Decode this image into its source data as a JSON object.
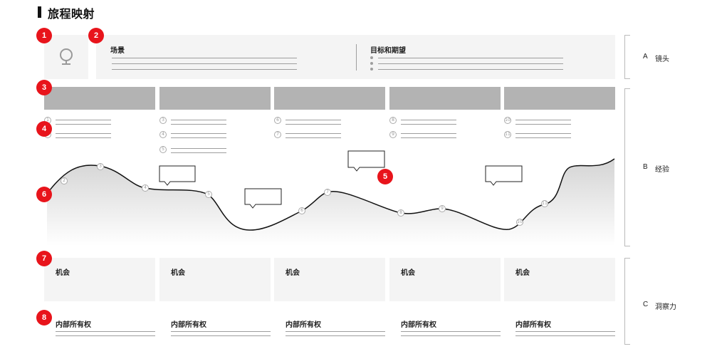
{
  "title": "旅程映射",
  "markers": [
    "1",
    "2",
    "3",
    "4",
    "5",
    "6",
    "7",
    "8"
  ],
  "lens": {
    "scenario_label": "场景",
    "goals_label": "目标和期望"
  },
  "steps": [
    "1",
    "2",
    "3",
    "4",
    "5",
    "6",
    "7",
    "8",
    "9",
    "10",
    "11"
  ],
  "opportunities": [
    "机会",
    "机会",
    "机会",
    "机会",
    "机会"
  ],
  "ownership": [
    "内部所有权",
    "内部所有权",
    "内部所有权",
    "内部所有权",
    "内部所有权"
  ],
  "sections": [
    {
      "letter": "A",
      "name": "镜头"
    },
    {
      "letter": "B",
      "name": "经验"
    },
    {
      "letter": "C",
      "name": "洞察力"
    }
  ],
  "colors": {
    "marker": "#e8141b",
    "stage": "#b3b3b3",
    "panel": "#f4f4f4"
  }
}
